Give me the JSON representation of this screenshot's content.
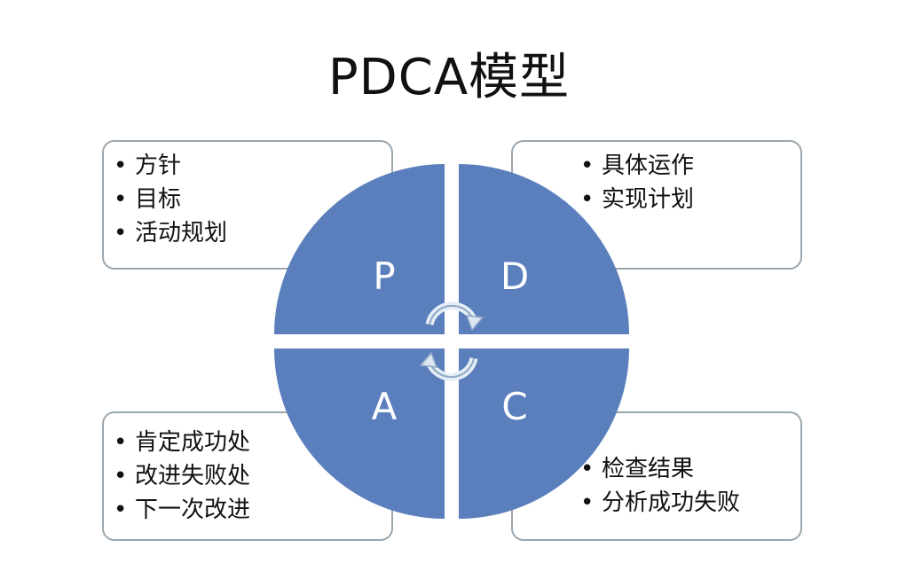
{
  "title": "PDCA模型",
  "quadrants": {
    "p": {
      "letter": "P",
      "items": [
        "方针",
        "目标",
        "活动规划"
      ]
    },
    "d": {
      "letter": "D",
      "items": [
        "具体运作",
        "实现计划"
      ]
    },
    "a": {
      "letter": "A",
      "items": [
        "肯定成功处",
        "改进失败处",
        "下一次改进"
      ]
    },
    "c": {
      "letter": "C",
      "items": [
        "检查结果",
        "分析成功失败"
      ]
    }
  },
  "colors": {
    "quadrant_fill": "#5b7fbd",
    "letter": "#ffffff",
    "box_border": "#9aa6ae"
  },
  "icons": {
    "center": "cycle-arrows-icon"
  }
}
